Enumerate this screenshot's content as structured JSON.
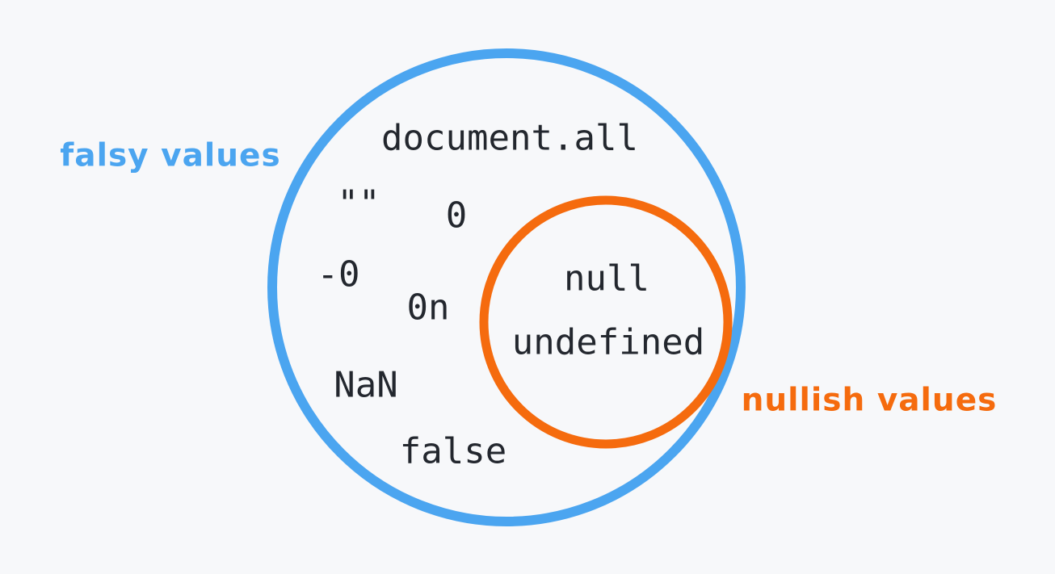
{
  "diagram": {
    "type": "venn",
    "description": "JavaScript falsy values superset containing nullish values subset",
    "sets": [
      {
        "id": "falsy",
        "label": "falsy values",
        "color": "#4ba5f0",
        "members": [
          "document.all",
          "\"\"",
          "0",
          "-0",
          "0n",
          "NaN",
          "false",
          "null",
          "undefined"
        ]
      },
      {
        "id": "nullish",
        "label": "nullish values",
        "color": "#f56b0e",
        "members": [
          "null",
          "undefined"
        ]
      }
    ]
  },
  "labels": {
    "falsy": "falsy values",
    "nullish": "nullish values"
  },
  "values": {
    "document_all": "document.all",
    "empty_string": "\"\"",
    "zero": "0",
    "negative_zero": "-0",
    "zero_bigint": "0n",
    "nan": "NaN",
    "false_val": "false",
    "null_val": "null",
    "undefined_val": "undefined"
  },
  "colors": {
    "background": "#f7f8fa",
    "falsy_blue": "#4ba5f0",
    "nullish_orange": "#f56b0e",
    "text": "#23272e"
  }
}
